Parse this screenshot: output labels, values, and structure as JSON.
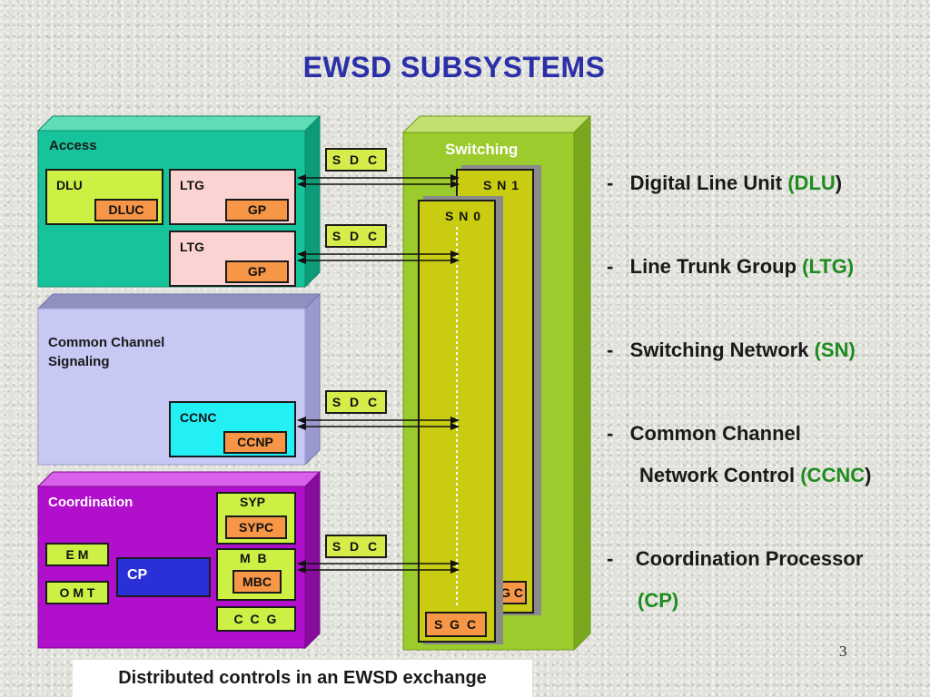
{
  "title": "EWSD SUBSYSTEMS",
  "colors": {
    "access": "#17c39a",
    "ccs": "#c8c8f5",
    "coordination": "#b00fcc",
    "switching": "#9bcb2c",
    "sn": "#c9cc11",
    "title": "#2b2fa8",
    "accent_green": "#1e8c1e",
    "gp": "#f79646"
  },
  "access": {
    "label": "Access",
    "dlu": "DLU",
    "dluc": "DLUC",
    "ltg1": "LTG",
    "gp1": "GP",
    "ltg2": "LTG",
    "gp2": "GP"
  },
  "ccs": {
    "label_line1": "Common Channel",
    "label_line2": "Signaling",
    "ccnc": "CCNC",
    "ccnp": "CCNP"
  },
  "coordination": {
    "label": "Coordination",
    "em": "E M",
    "omt": "O M T",
    "cp": "CP",
    "syp": "SYP",
    "sypc": "SYPC",
    "mb": "M B",
    "mbc": "MBC",
    "ccg": "C C G"
  },
  "switching": {
    "label": "Switching",
    "sn1": "S N 1",
    "sn0": "S N 0",
    "sgc_back": "G C",
    "sgc_front": "S G C"
  },
  "sdc": [
    "S D C",
    "S D C",
    "S D C",
    "S D C"
  ],
  "bullets": {
    "b1_text": "Digital Line Unit ",
    "b1_abbr": "(DLU",
    "b1_close": ")",
    "b2_text": "Line Trunk Group ",
    "b2_abbr": "(LTG)",
    "b3_text": "Switching Network ",
    "b3_abbr": "(SN)",
    "b4_line1": "Common Channel",
    "b4_text": "Network Control ",
    "b4_abbr": "(CCNC",
    "b4_close": ")",
    "b5_line1": "Coordination Processor",
    "b5_abbr": "(CP)",
    "dash": "-"
  },
  "caption": "Distributed controls in an EWSD exchange",
  "page_number": "3"
}
